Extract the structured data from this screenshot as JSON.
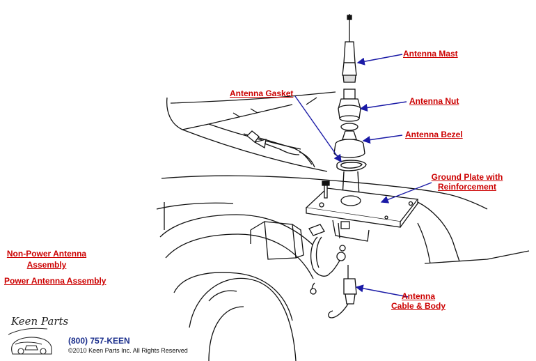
{
  "callouts": {
    "mast": "Antenna Mast",
    "gasket": "Antenna Gasket",
    "nut": "Antenna Nut",
    "bezel": "Antenna Bezel",
    "ground_plate_line1": "Ground Plate with",
    "ground_plate_line2": "Reinforcement",
    "cable_line1": "Antenna",
    "cable_line2": "Cable & Body"
  },
  "side_links": {
    "non_power_line1": "Non-Power Antenna",
    "non_power_line2": "Assembly",
    "power": "Power Antenna Assembly"
  },
  "footer": {
    "logo_text": "Keen Parts",
    "phone": "(800) 757-KEEN",
    "copyright": "©2010 Keen Parts Inc. All Rights Reserved"
  },
  "colors": {
    "label": "#cc0000",
    "leader": "#1a1aa6",
    "phone": "#1a2e8c",
    "line_art": "#111111"
  }
}
